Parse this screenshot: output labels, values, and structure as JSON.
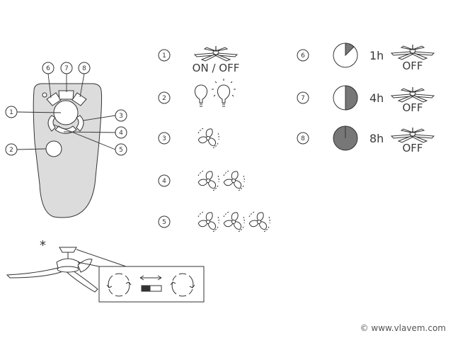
{
  "callouts": [
    "1",
    "2",
    "3",
    "4",
    "5",
    "6",
    "7",
    "8"
  ],
  "legend": {
    "on_off_label": "ON / OFF",
    "timers": [
      {
        "label": "1h",
        "fraction": 0.125
      },
      {
        "label": "4h",
        "fraction": 0.5
      },
      {
        "label": "8h",
        "fraction": 1.0
      }
    ],
    "off_label": "OFF"
  },
  "asterisk": "*",
  "credit": "© www.vlavem.com",
  "icons": [
    "ceiling-fan-icon",
    "light-bulb-icon",
    "fan-speed-icon",
    "timer-icon",
    "direction-switch-icon"
  ],
  "colors": {
    "remote_fill": "#dcdcdc",
    "stroke": "#333333",
    "timer_fill": "#777777"
  }
}
